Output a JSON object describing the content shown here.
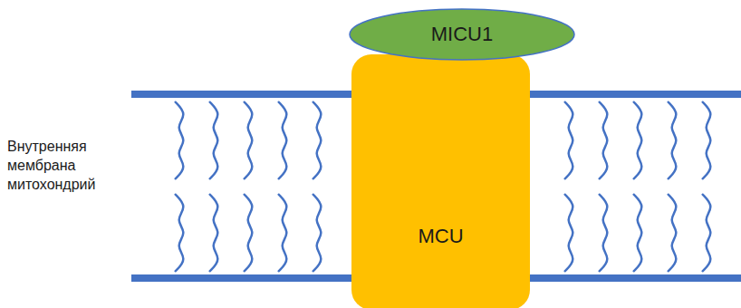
{
  "diagram": {
    "nodes": [
      {
        "text": [
          "MICU1"
        ]
      },
      {
        "text": [
          "MCU"
        ]
      }
    ],
    "labels": [
      "Внутренняя мембрана митохондрий"
    ]
  }
}
